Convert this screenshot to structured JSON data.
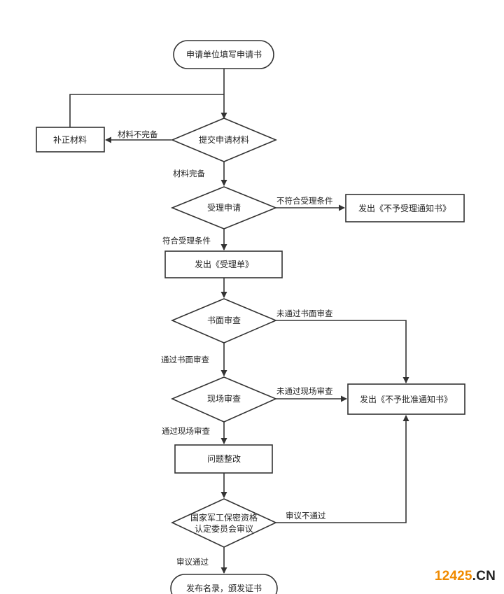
{
  "nodes": {
    "start": "申请单位填写申请书",
    "submit": "提交申请材料",
    "supplement": "补正材料",
    "accept": "受理申请",
    "reject_notice": "发出《不予受理通知书》",
    "receipt": "发出《受理单》",
    "written_review": "书面审查",
    "site_review": "现场审查",
    "deny_notice": "发出《不予批准通知书》",
    "rectify": "问题整改",
    "committee_line1": "国家军工保密资格",
    "committee_line2": "认定委员会审议",
    "end": "发布名录，颁发证书"
  },
  "edges": {
    "incomplete": "材料不完备",
    "complete": "材料完备",
    "not_eligible": "不符合受理条件",
    "eligible": "符合受理条件",
    "written_fail": "未通过书面审查",
    "written_pass": "通过书面审查",
    "site_fail": "未通过现场审查",
    "site_pass": "通过现场审查",
    "review_fail": "审议不通过",
    "review_pass": "审议通过"
  },
  "watermark": {
    "number": "12425",
    "domain": ".CN"
  }
}
